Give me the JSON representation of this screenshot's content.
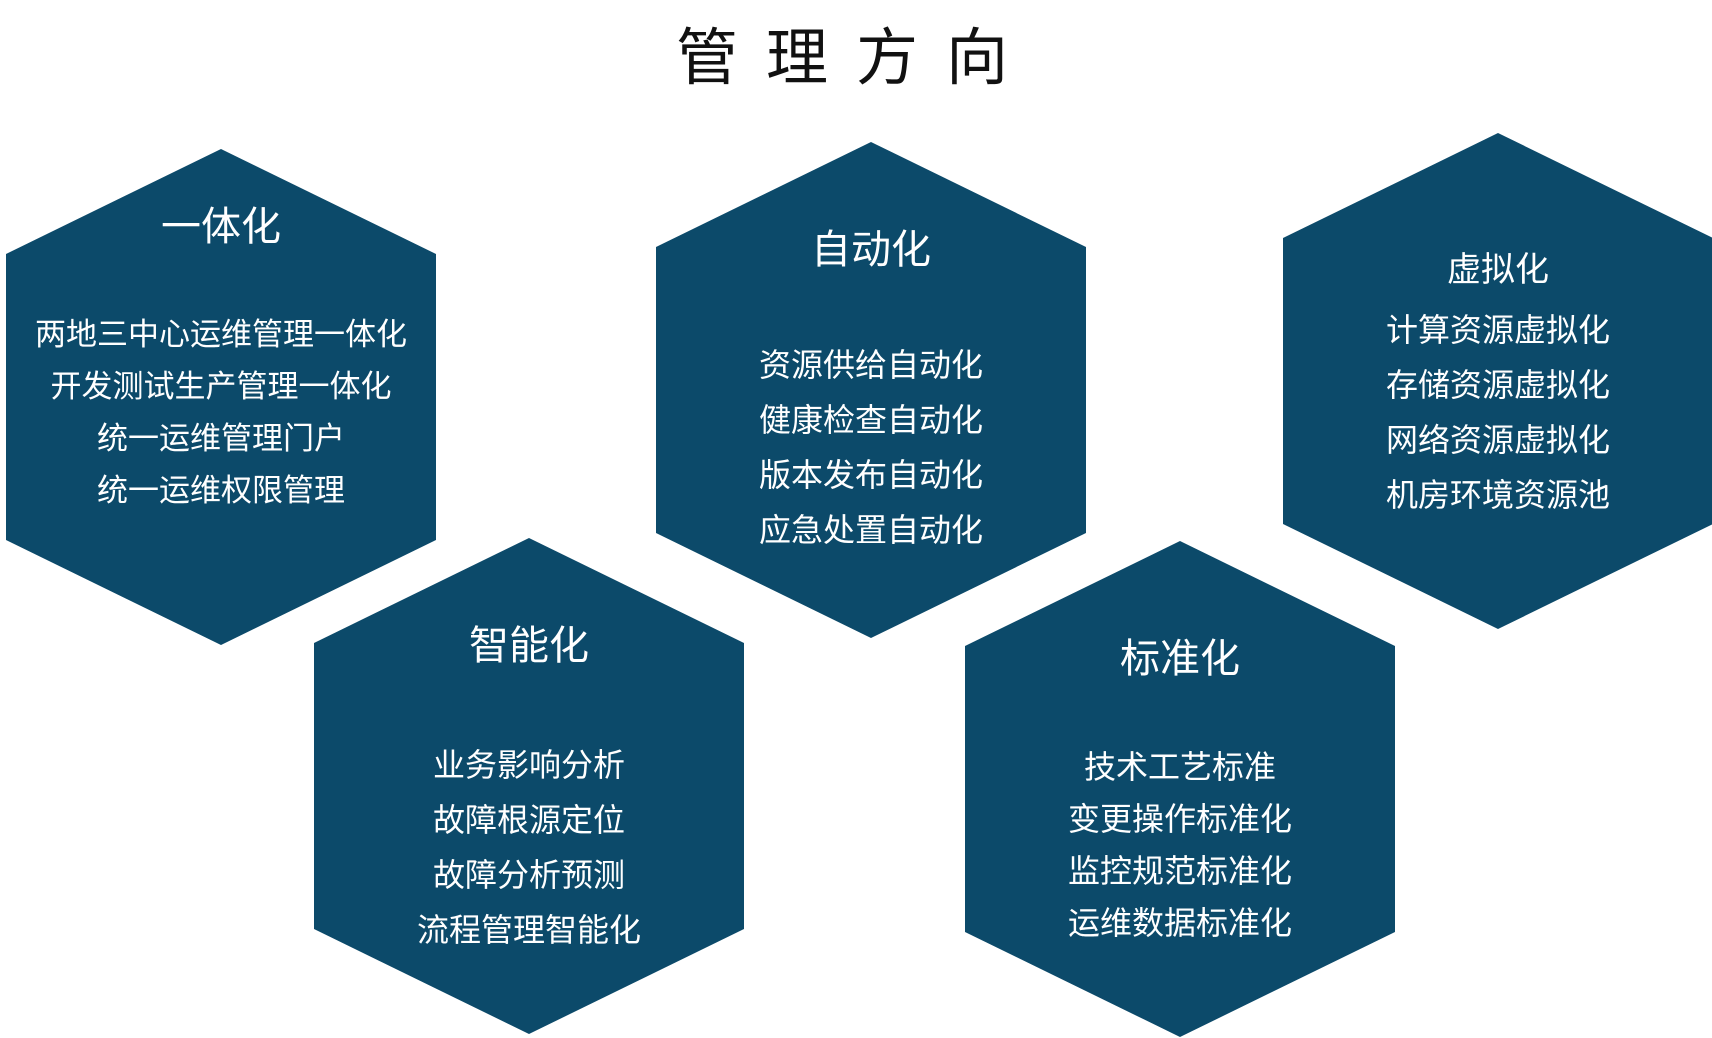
{
  "title": "管理方向",
  "colors": {
    "hexagon_fill": "#0c4a6a",
    "hexagon_text": "#ffffff",
    "title_text": "#111111"
  },
  "hexagons": [
    {
      "title": "一体化",
      "items": [
        "两地三中心运维管理一体化",
        "开发测试生产管理一体化",
        "统一运维管理门户",
        "统一运维权限管理"
      ]
    },
    {
      "title": "自动化",
      "items": [
        "资源供给自动化",
        "健康检查自动化",
        "版本发布自动化",
        "应急处置自动化"
      ]
    },
    {
      "title": "虚拟化",
      "items": [
        "计算资源虚拟化",
        "存储资源虚拟化",
        "网络资源虚拟化",
        "机房环境资源池"
      ]
    },
    {
      "title": "智能化",
      "items": [
        "业务影响分析",
        "故障根源定位",
        "故障分析预测",
        "流程管理智能化"
      ]
    },
    {
      "title": "标准化",
      "items": [
        "技术工艺标准",
        "变更操作标准化",
        "监控规范标准化",
        "运维数据标准化"
      ]
    }
  ]
}
